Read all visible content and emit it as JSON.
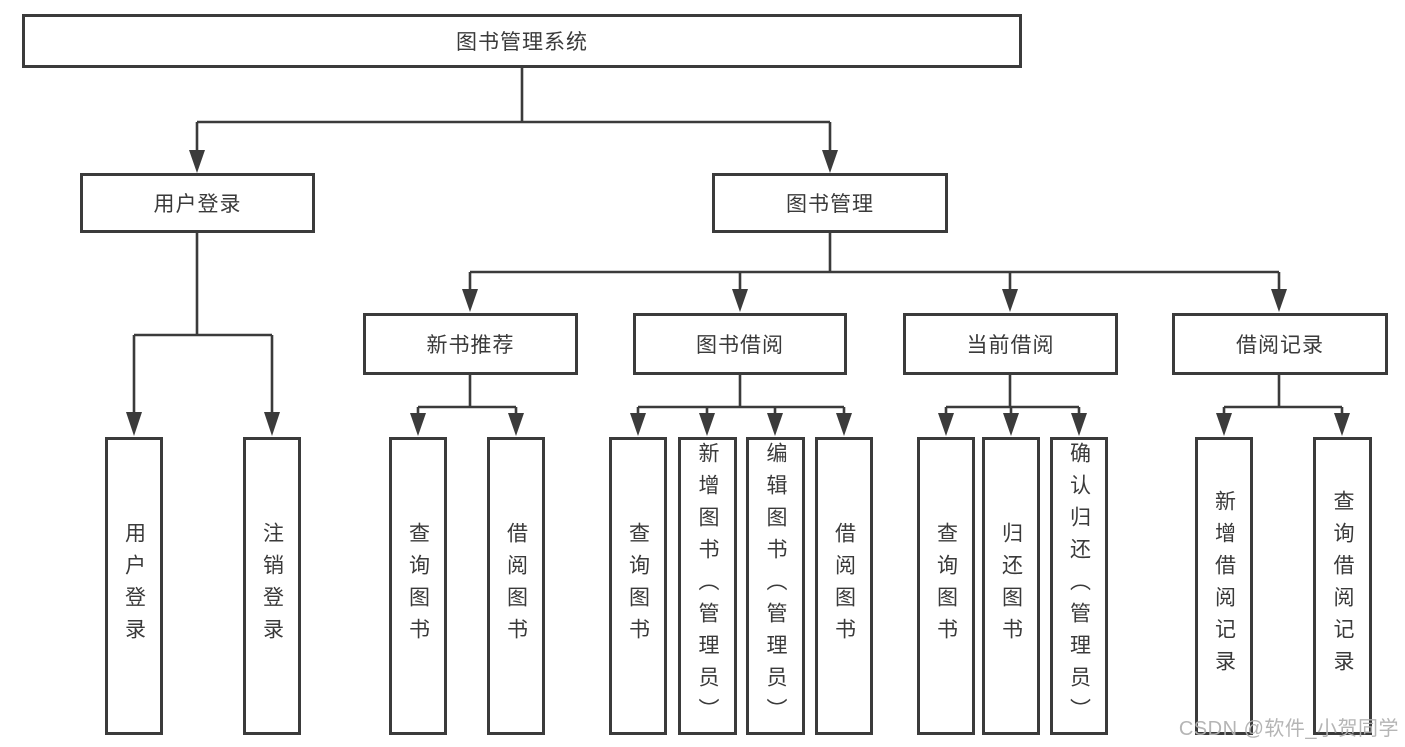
{
  "colors": {
    "line": "#3b3b3b",
    "border": "#3b3b3b",
    "text": "#3a3a3a",
    "background": "#ffffff",
    "watermark": "#b1b1b1"
  },
  "watermark": {
    "text": "CSDN @软件_小贺同学"
  },
  "diagram": {
    "type": "tree",
    "root": {
      "label": "图书管理系统"
    },
    "branches": [
      {
        "label": "用户登录",
        "children": [
          {
            "label": "用户登录"
          },
          {
            "label": "注销登录"
          }
        ]
      },
      {
        "label": "图书管理",
        "children": [
          {
            "label": "新书推荐",
            "children": [
              {
                "label": "查询图书"
              },
              {
                "label": "借阅图书"
              }
            ]
          },
          {
            "label": "图书借阅",
            "children": [
              {
                "label": "查询图书"
              },
              {
                "label": "新增图书（管理员）"
              },
              {
                "label": "编辑图书（管理员）"
              },
              {
                "label": "借阅图书"
              }
            ]
          },
          {
            "label": "当前借阅",
            "children": [
              {
                "label": "查询图书"
              },
              {
                "label": "归还图书"
              },
              {
                "label": "确认归还（管理员）"
              }
            ]
          },
          {
            "label": "借阅记录",
            "children": [
              {
                "label": "新增借阅记录"
              },
              {
                "label": "查询借阅记录"
              }
            ]
          }
        ]
      }
    ]
  }
}
